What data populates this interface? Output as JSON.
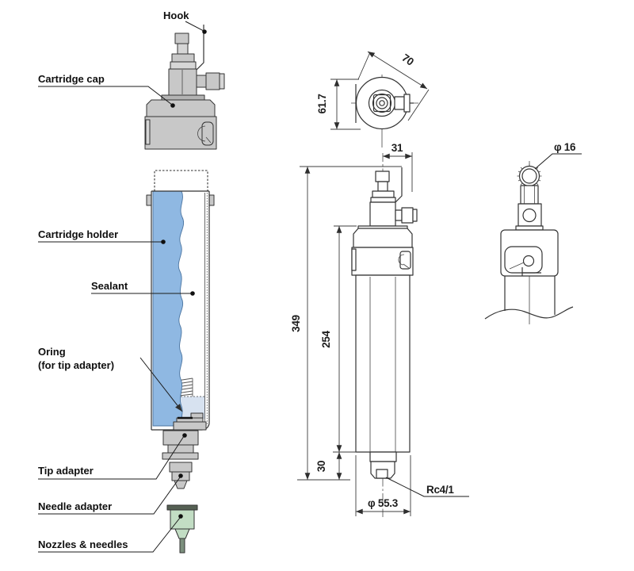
{
  "title": "Sealant cartridge dispenser technical drawing",
  "colors": {
    "part_gray": "#c8c8c8",
    "part_gray_dark": "#b3b3b3",
    "part_gray_light": "#d6d6d6",
    "sealant_blue": "#8fb8e2",
    "sealant_pale": "#d7e2f0",
    "needle_green": "#c2ddc4",
    "needle_dark": "#556053",
    "needle_shaft": "#7c907e",
    "line": "#333333"
  },
  "exploded_view": {
    "labels": {
      "hook": "Hook",
      "cartridge_cap": "Cartridge cap",
      "cartridge_holder": "Cartridge holder",
      "sealant": "Sealant",
      "oring_line1": "Oring",
      "oring_line2": "(for tip adapter)",
      "tip_adapter": "Tip adapter",
      "needle_adapter": "Needle adapter",
      "nozzles_needles": "Nozzles & needles"
    }
  },
  "dimensioned_views": {
    "top_view": {
      "diagonal_diameter": "70",
      "height": "61.7"
    },
    "front_view": {
      "hook_offset": "31",
      "overall_height": "349",
      "holder_height": "254",
      "bottom_height": "30",
      "bottom_diameter": "φ 55.3",
      "outlet_thread": "Rc4/1"
    },
    "side_view": {
      "hook_diameter": "φ 16"
    }
  }
}
